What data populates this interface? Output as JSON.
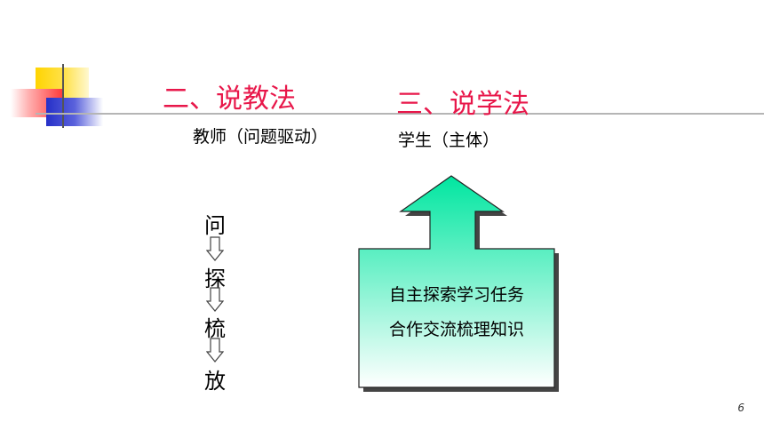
{
  "left": {
    "title": "二、说教法",
    "subtitle": "教师（问题驱动）",
    "steps": [
      "问",
      "探",
      "梳",
      "放"
    ]
  },
  "right": {
    "title": "三、说学法",
    "subtitle": "学生（主体）",
    "box_lines": [
      "自主探索学习任务",
      "合作交流梳理知识"
    ]
  },
  "page_number": "6",
  "colors": {
    "title": "#e8174a",
    "box_fill_top": "#00e6a0",
    "box_fill_bottom": "#ffffff",
    "deco_yellow": "#ffd400",
    "deco_red": "#ff3c3c",
    "deco_blue": "#2630c8"
  }
}
